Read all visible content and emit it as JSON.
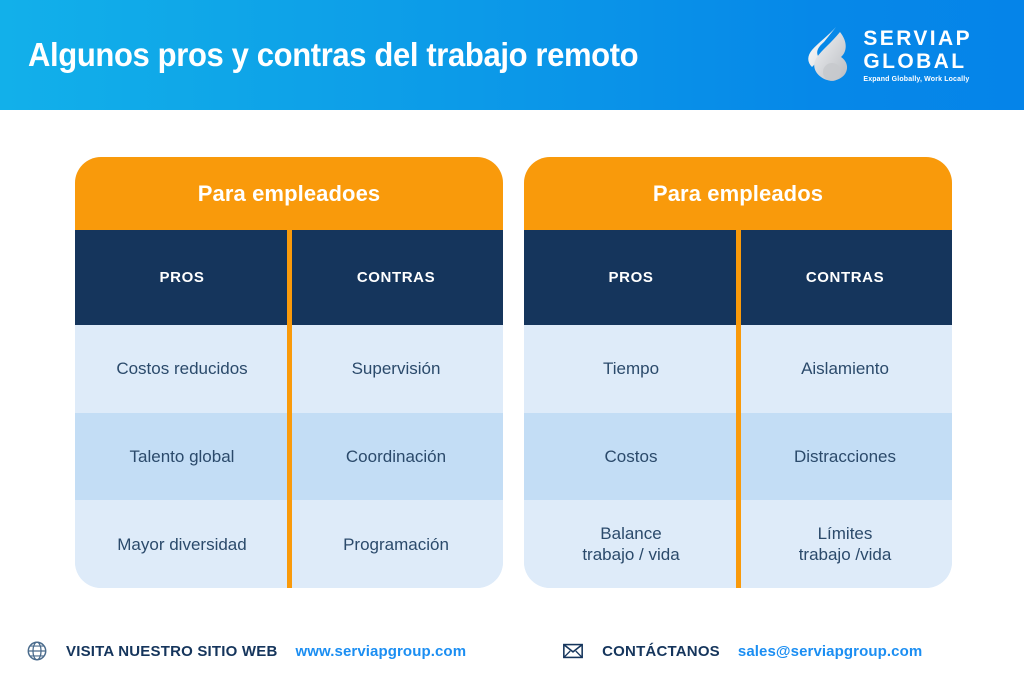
{
  "header": {
    "title": "Algunos pros y contras del trabajo remoto",
    "gradient_from": "#12b0ea",
    "gradient_to": "#0584e9",
    "logo": {
      "line1": "SERVIAP",
      "line2": "GLOBAL",
      "tagline": "Expand Globally, Work Locally"
    }
  },
  "colors": {
    "orange": "#f99a0b",
    "navy": "#15355c",
    "row_light": "#deebf9",
    "row_dark": "#c3ddf5",
    "text_body": "#2b4a6b",
    "link": "#1b8ef2"
  },
  "tables": [
    {
      "title": "Para empleadoes",
      "columns": [
        "PROS",
        "CONTRAS"
      ],
      "rows": [
        {
          "pros": "Costos reducidos",
          "contras": "Supervisión",
          "band": "light"
        },
        {
          "pros": "Talento global",
          "contras": "Coordinación",
          "band": "dark"
        },
        {
          "pros": "Mayor diversidad",
          "contras": "Programación",
          "band": "light"
        }
      ]
    },
    {
      "title": "Para empleados",
      "columns": [
        "PROS",
        "CONTRAS"
      ],
      "rows": [
        {
          "pros": "Tiempo",
          "contras": "Aislamiento",
          "band": "light"
        },
        {
          "pros": "Costos",
          "contras": "Distracciones",
          "band": "dark"
        },
        {
          "pros": "Balance\ntrabajo / vida",
          "contras": "Límites\ntrabajo /vida",
          "band": "light"
        }
      ]
    }
  ],
  "footer": {
    "website_label": "VISITA NUESTRO SITIO WEB",
    "website_url": "www.serviapgroup.com",
    "contact_label": "CONTÁCTANOS",
    "contact_email": "sales@serviapgroup.com"
  }
}
